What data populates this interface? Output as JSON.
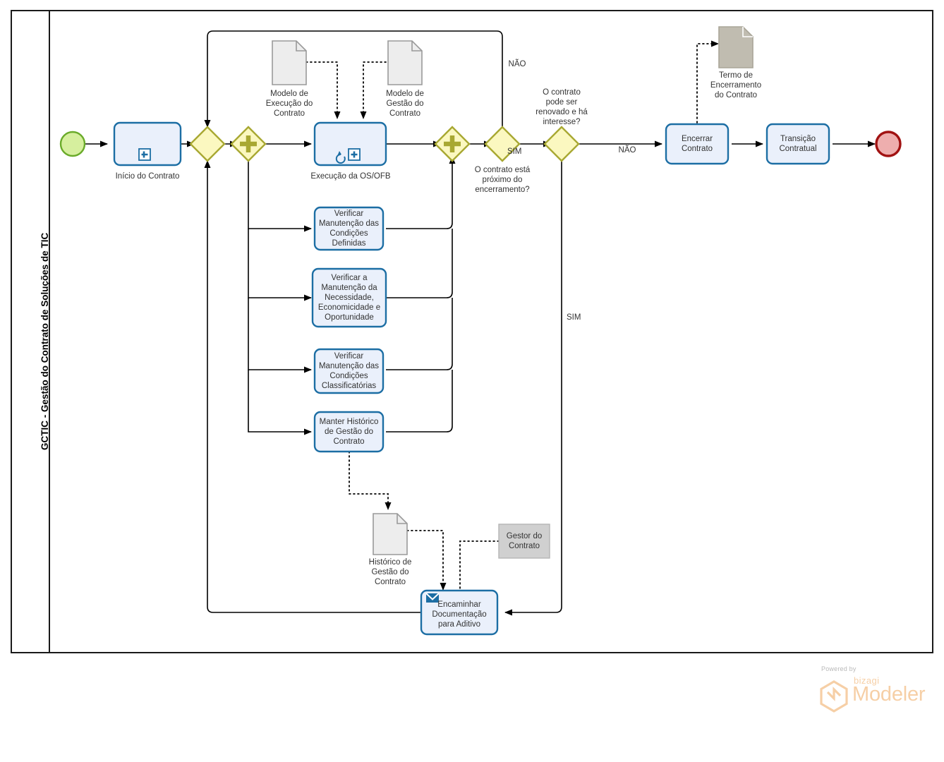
{
  "diagram": {
    "type": "bpmn-process-diagram",
    "pool_label": "GCTIC - Gestão do Contrato de Soluções de TIC",
    "colors": {
      "task_fill": "#eaf0fb",
      "task_stroke": "#1c6ea4",
      "gateway_fill": "#fbf8c0",
      "gateway_stroke": "#a8a832",
      "gateway_symbol": "#a8a832",
      "start_fill": "#d6ef9e",
      "start_stroke": "#6aab2a",
      "end_fill": "#eeaeae",
      "end_stroke": "#a11212",
      "data_fill": "#ededed",
      "data_stroke": "#9a9a9a",
      "annotation_fill": "#c0bcb0",
      "lane_stroke": "#1a1a1a",
      "flow_stroke": "#000000",
      "brand_accent": "#f6cfa6"
    }
  },
  "events": {
    "start": {
      "name": "start-event",
      "label": ""
    },
    "end": {
      "name": "end-event",
      "label": ""
    }
  },
  "tasks": [
    {
      "id": "inicio-contrato",
      "label": "Início do Contrato",
      "marker": "sub-process-plus",
      "label_position": "below"
    },
    {
      "id": "execucao-os-ofb",
      "label": "Execução da OS/OFB",
      "marker": "loop-and-plus",
      "label_position": "below"
    },
    {
      "id": "verificar-condicoes-definidas",
      "label": "Verificar\nManutenção das\nCondições\nDefinidas",
      "marker": "none",
      "label_position": "inside"
    },
    {
      "id": "verificar-necessidade",
      "label": "Verificar a\nManutenção da\nNecessidade,\nEconomicidade e\nOportunidade",
      "marker": "none",
      "label_position": "inside"
    },
    {
      "id": "verificar-condicoes-classificatorias",
      "label": "Verificar\nManutenção das\nCondições\nClassificatórias",
      "marker": "none",
      "label_position": "inside"
    },
    {
      "id": "manter-historico",
      "label": "Manter Histórico\nde Gestão do\nContrato",
      "marker": "none",
      "label_position": "inside"
    },
    {
      "id": "encaminhar-documentacao",
      "label": "Encaminhar\nDocumentação\npara Aditivo",
      "marker": "envelope",
      "label_position": "inside"
    },
    {
      "id": "encerrar-contrato",
      "label": "Encerrar\nContrato",
      "marker": "none",
      "label_position": "inside"
    },
    {
      "id": "transicao-contratual",
      "label": "Transição\nContratual",
      "marker": "none",
      "label_position": "inside"
    }
  ],
  "gateways": [
    {
      "id": "gw-merge",
      "type": "exclusive",
      "label": ""
    },
    {
      "id": "gw-split-parallel",
      "type": "parallel",
      "label": ""
    },
    {
      "id": "gw-join-parallel",
      "type": "parallel",
      "label": ""
    },
    {
      "id": "gw-proximo-encerramento",
      "type": "exclusive",
      "label": "O contrato está\npróximo do\nencerramento?"
    },
    {
      "id": "gw-renovado-interesse",
      "type": "exclusive",
      "label": "O contrato\npode ser\nrenovado e há\ninteresse?"
    }
  ],
  "data_objects": [
    {
      "id": "modelo-execucao",
      "label": "Modelo de\nExecução do\nContrato",
      "kind": "data-object"
    },
    {
      "id": "modelo-gestao",
      "label": "Modelo de\nGestão do\nContrato",
      "kind": "data-object"
    },
    {
      "id": "historico-gestao",
      "label": "Histórico de\nGestão do\nContrato",
      "kind": "data-object"
    },
    {
      "id": "termo-encerramento",
      "label": "Termo de\nEncerramento\ndo Contrato",
      "kind": "data-object-dark"
    }
  ],
  "annotations": [
    {
      "id": "gestor-do-contrato",
      "label": "Gestor do\nContrato"
    }
  ],
  "flow_labels": [
    {
      "id": "nao-loop",
      "text": "NÃO"
    },
    {
      "id": "sim-proximo",
      "text": "SIM"
    },
    {
      "id": "nao-renovado",
      "text": "NÃO"
    },
    {
      "id": "sim-renovado",
      "text": "SIM"
    }
  ],
  "branding": {
    "powered_by": "Powered by",
    "bizagi": "bizagi",
    "modeler": "Modeler"
  }
}
